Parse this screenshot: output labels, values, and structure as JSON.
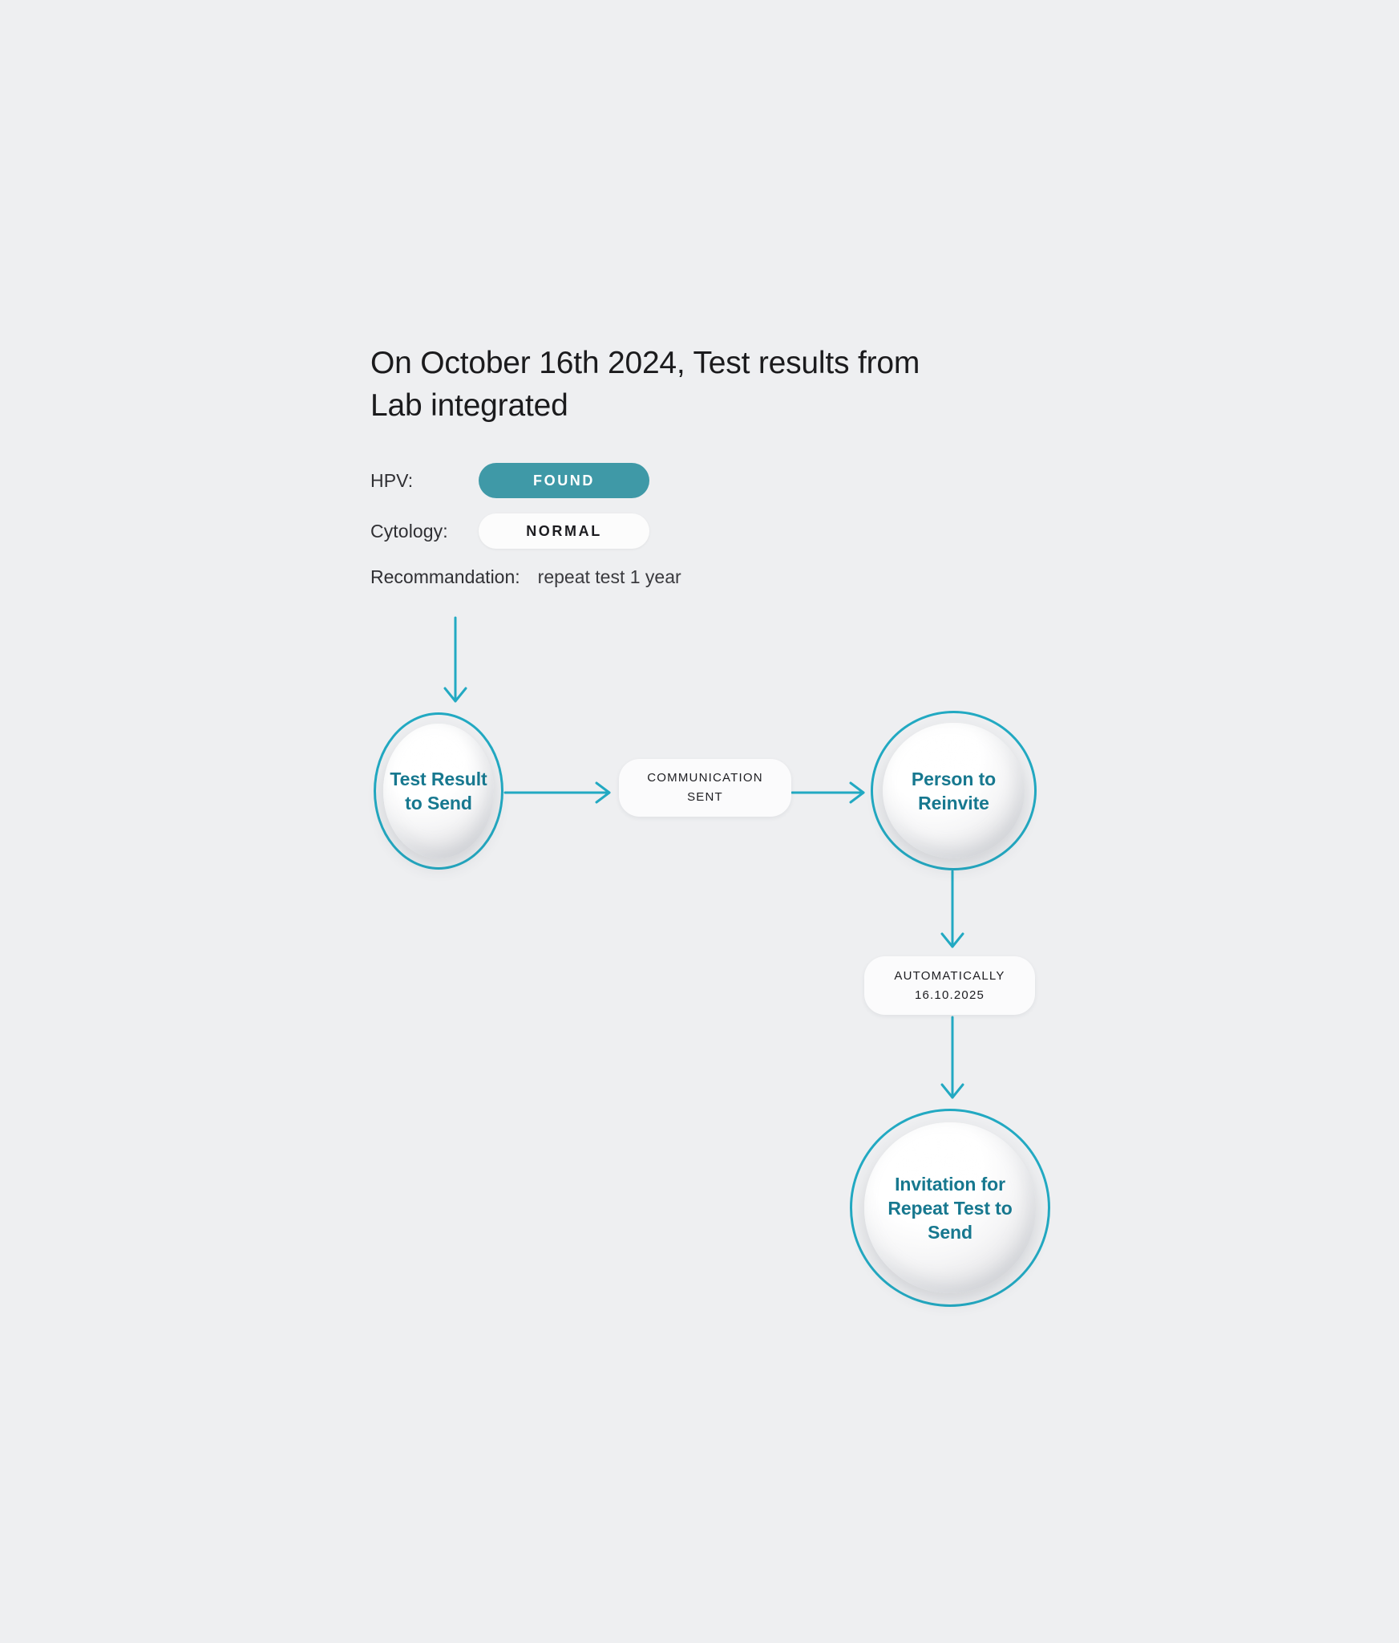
{
  "page": {
    "background_color": "#eeeff1",
    "accent_teal": "#22a9c2",
    "pill_teal": "#3f99a7",
    "node_text_color": "#17788f"
  },
  "header": {
    "title": "On October 16th 2024, Test results from\nLab integrated"
  },
  "results": {
    "rows": [
      {
        "label": "HPV:",
        "value": "FOUND",
        "style": "filled"
      },
      {
        "label": "Cytology:",
        "value": "NORMAL",
        "style": "outline"
      }
    ],
    "recommendation": {
      "label": "Recommandation:",
      "value": "repeat test 1 year"
    }
  },
  "flow": {
    "nodes": [
      {
        "id": "test-result",
        "label": "Test Result\nto Send"
      },
      {
        "id": "person-reinvite",
        "label": "Person to\nReinvite"
      },
      {
        "id": "invitation-repeat",
        "label": "Invitation for\nRepeat Test to\nSend"
      }
    ],
    "edge_labels": [
      {
        "id": "communication-sent",
        "label": "COMMUNICATION\nSENT"
      },
      {
        "id": "automatically",
        "label": "AUTOMATICALLY\n16.10.2025"
      }
    ]
  }
}
